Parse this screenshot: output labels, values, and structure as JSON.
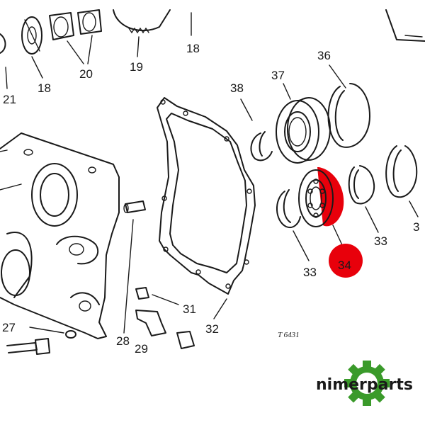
{
  "diagram": {
    "callouts": {
      "c18a": "18",
      "c18b": "18",
      "c19": "19",
      "c20": "20",
      "c21": "21",
      "c27": "27",
      "c28": "28",
      "c29": "29",
      "c31": "31",
      "c32": "32",
      "c33a": "33",
      "c33b": "33",
      "c34": "34",
      "c36": "36",
      "c37": "37",
      "c38": "38",
      "c3x": "3"
    },
    "figure_ref": "T 6431",
    "highlight_color": "#e8000b"
  },
  "brand": {
    "name": "nimerparts",
    "dark_color": "#1a1a1a",
    "green_color": "#3a9a2a"
  }
}
